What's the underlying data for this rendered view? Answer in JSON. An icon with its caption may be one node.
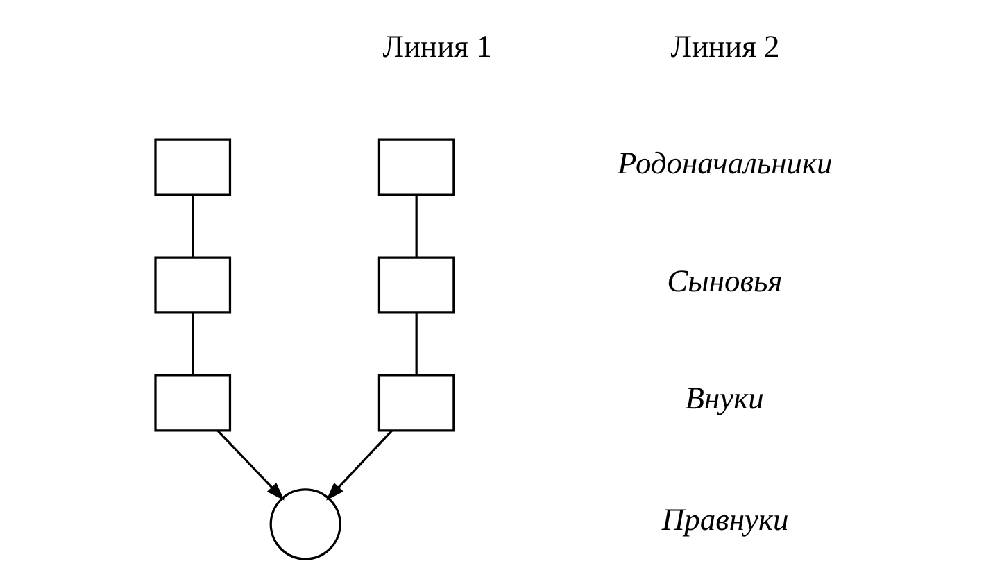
{
  "diagram": {
    "nodes": [
      {
        "text": [],
        "shape": "box"
      },
      {
        "text": [],
        "shape": "box"
      },
      {
        "text": [],
        "shape": "box"
      },
      {
        "text": [],
        "shape": "box"
      },
      {
        "text": [],
        "shape": "box"
      },
      {
        "text": [],
        "shape": "box"
      },
      {
        "text": [],
        "shape": "circle"
      }
    ],
    "edges": [
      {
        "from": 0,
        "to": 2,
        "arrow": "none"
      },
      {
        "from": 2,
        "to": 4,
        "arrow": "none"
      },
      {
        "from": 4,
        "to": 6,
        "arrow": "to"
      },
      {
        "from": 1,
        "to": 3,
        "arrow": "none"
      },
      {
        "from": 3,
        "to": 5,
        "arrow": "none"
      },
      {
        "from": 5,
        "to": 6,
        "arrow": "to"
      }
    ],
    "labels": [
      "Линия 1",
      "Линия 2",
      "Родоначальники",
      "Сыновья",
      "Внуки",
      "Правнуки"
    ]
  }
}
